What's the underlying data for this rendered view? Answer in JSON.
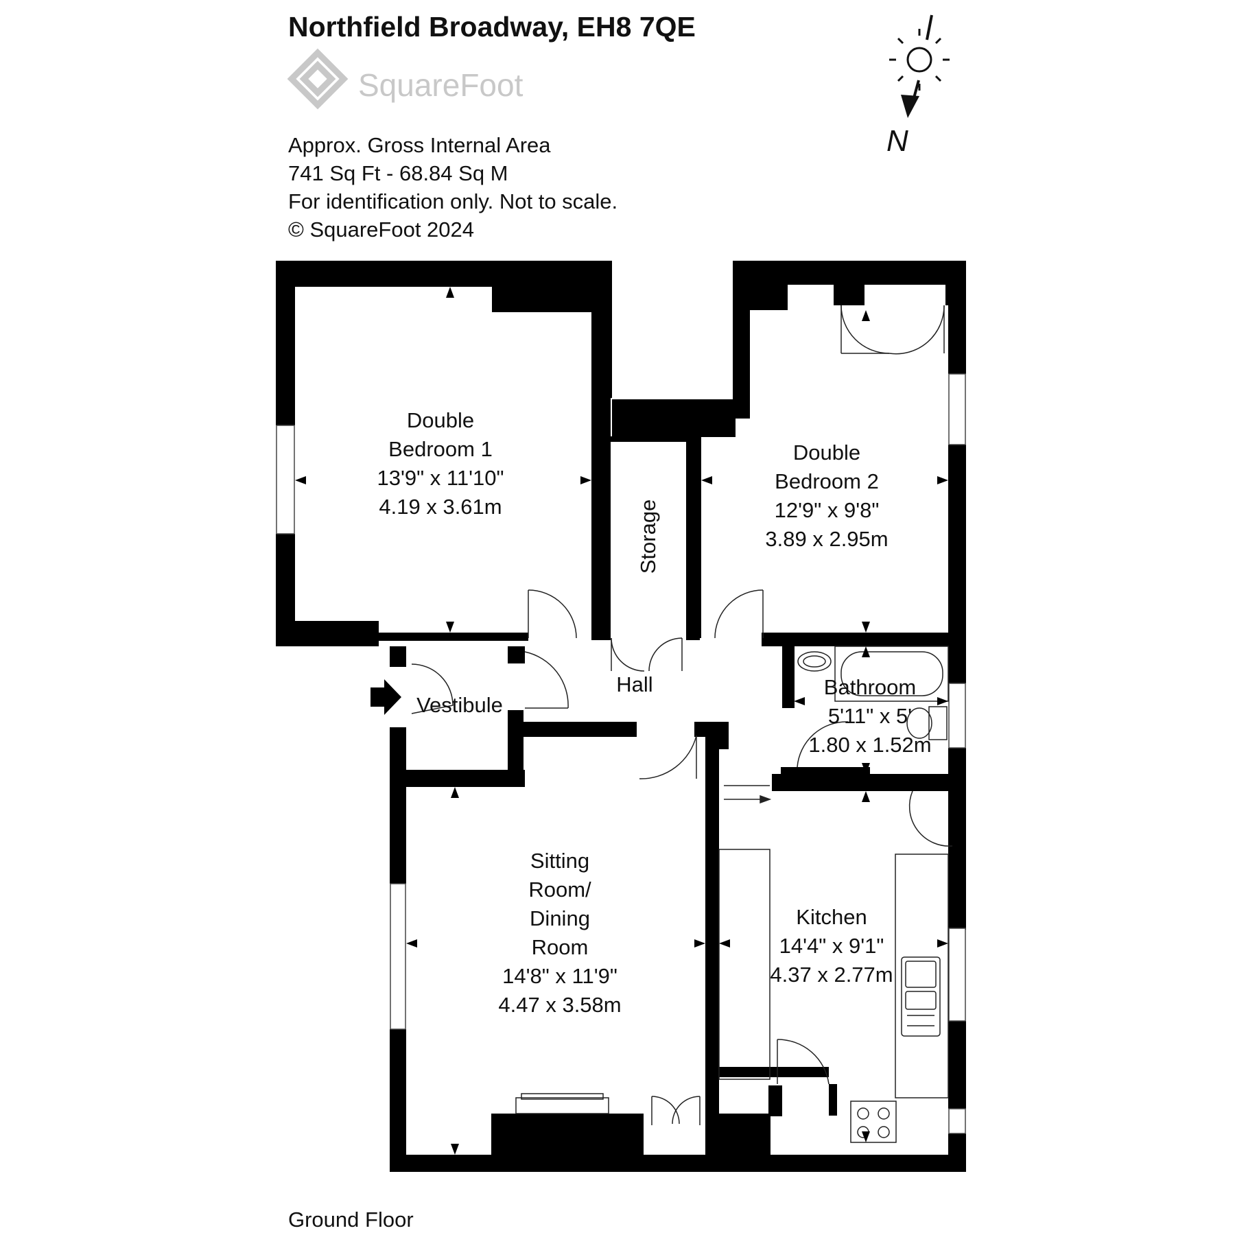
{
  "header": {
    "address": "Northfield Broadway, EH8 7QE",
    "brand": "SquareFoot",
    "area_label": "Approx. Gross Internal Area",
    "area_value": "741 Sq Ft  -  68.84 Sq M",
    "disclaimer": "For identification only. Not to scale.",
    "copyright": "© SquareFoot 2024"
  },
  "compass": {
    "label": "N"
  },
  "rooms": {
    "bedroom1": {
      "line1": "Double",
      "line2": "Bedroom 1",
      "imperial": "13'9\" x 11'10\"",
      "metric": "4.19 x 3.61m"
    },
    "bedroom2": {
      "line1": "Double",
      "line2": "Bedroom 2",
      "imperial": "12'9\" x 9'8\"",
      "metric": "3.89 x 2.95m"
    },
    "storage": {
      "name": "Storage"
    },
    "hall": {
      "name": "Hall"
    },
    "vestibule": {
      "name": "Vestibule"
    },
    "bathroom": {
      "name": "Bathroom",
      "imperial": "5'11\" x 5'",
      "metric": "1.80 x 1.52m"
    },
    "sitting": {
      "line1": "Sitting",
      "line2": "Room/",
      "line3": "Dining",
      "line4": "Room",
      "imperial": "14'8\" x 11'9\"",
      "metric": "4.47 x 3.58m"
    },
    "kitchen": {
      "name": "Kitchen",
      "imperial": "14'4\" x 9'1\"",
      "metric": "4.37 x 2.77m"
    }
  },
  "floor_label": "Ground Floor",
  "colors": {
    "wall": "#000000",
    "logo": "#c8c8c8"
  }
}
